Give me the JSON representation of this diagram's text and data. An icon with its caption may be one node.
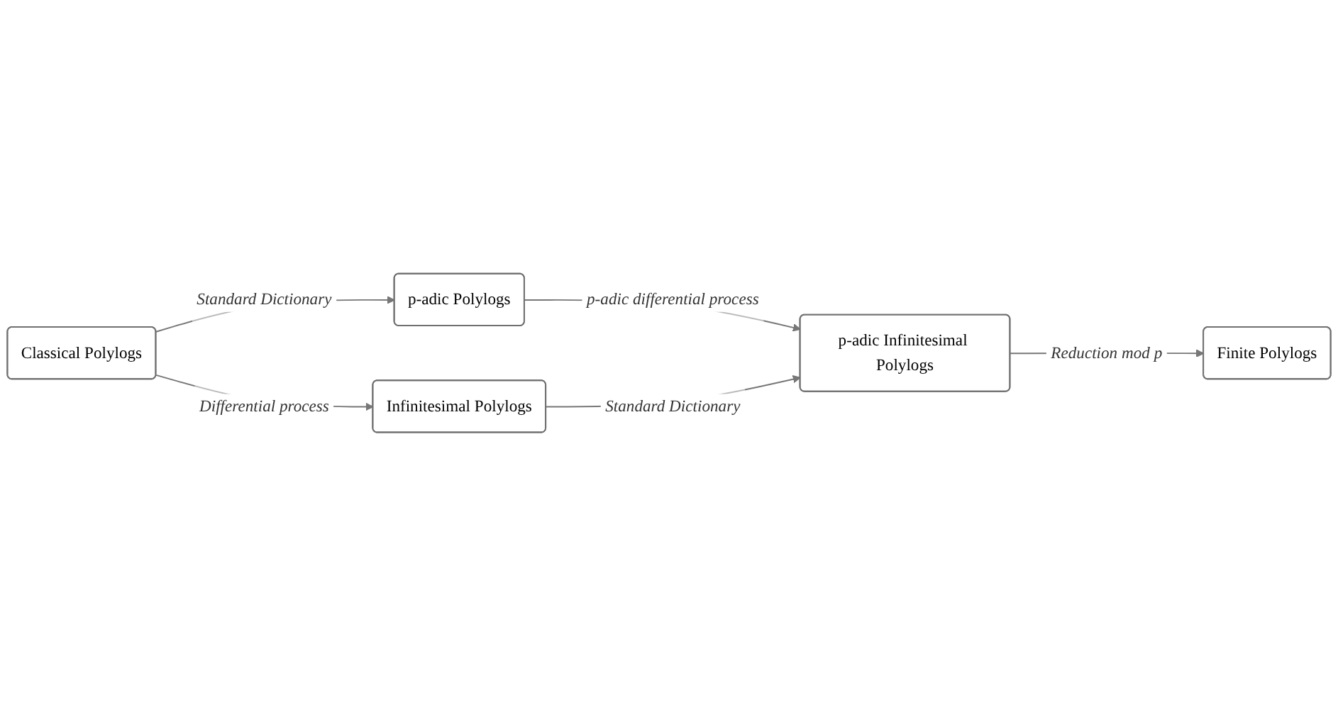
{
  "diagram": {
    "nodes": [
      {
        "text": [
          "Classical Polylogs"
        ]
      },
      {
        "text": [
          "p-adic Polylogs"
        ]
      },
      {
        "text": [
          "Finite Polylogs"
        ]
      },
      {
        "text": [
          "Infinitesimal Polylogs"
        ]
      },
      {
        "text": [
          "p-adic Infinitesimal Polylogs"
        ]
      }
    ],
    "edges": [
      {
        "from": 0,
        "to": 1,
        "arrow": "to",
        "label": "Standard Dictionary"
      },
      {
        "from": 0,
        "to": 3,
        "arrow": "to",
        "label": "Differential process"
      },
      {
        "from": 1,
        "to": 4,
        "arrow": "to",
        "label": "p-adic differential process"
      },
      {
        "from": 3,
        "to": 4,
        "arrow": "to",
        "label": "Standard Dictionary"
      },
      {
        "from": 4,
        "to": 2,
        "arrow": "to",
        "label": "Reduction mod p"
      }
    ]
  }
}
